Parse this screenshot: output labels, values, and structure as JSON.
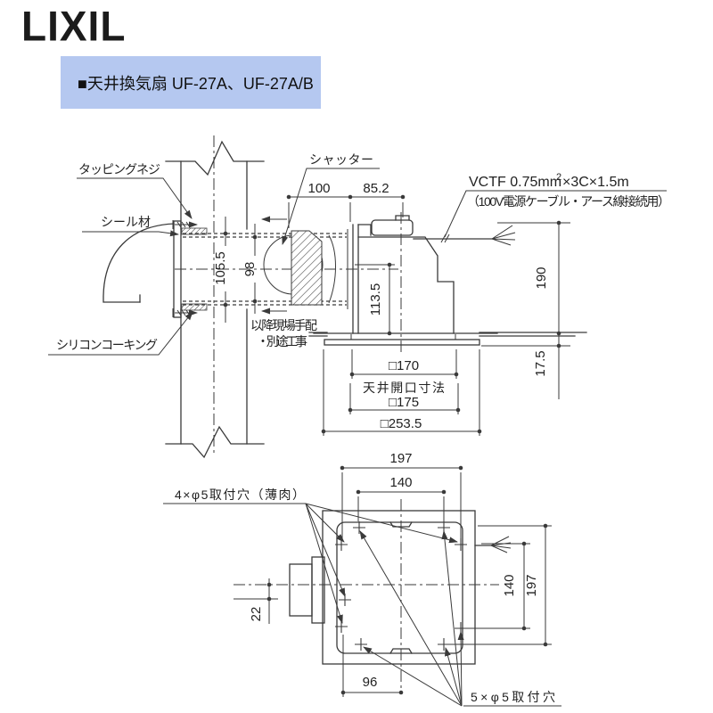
{
  "logo": "LIXIL",
  "banner": {
    "title": "■天井換気扇 UF-27A、UF-27A/B",
    "bg_color": "#b5c8f0"
  },
  "side": {
    "tapping_screw": "タッピングネジ",
    "seal": "シール材",
    "caulk": "シリコンコーキング",
    "shutter": "シャッター",
    "vctf1": "VCTF 0.75mm",
    "vctf_sup": "2",
    "vctf2": "×3C×1.5m",
    "vctf_note": "（100V電源ケーブル・アース線接続用）",
    "site1": "以降現場手配",
    "site2": "・別途工事",
    "opening": "天井開口寸法",
    "d100": "100",
    "d85": "85.2",
    "d105": "105.5",
    "d98": "98",
    "d113": "113.5",
    "d190": "190",
    "d17": "17.5",
    "sq170": "□170",
    "sq175": "□175",
    "sq253": "□253.5"
  },
  "bottom": {
    "holes4": "4×φ5取付穴（薄肉）",
    "holes5": "5×φ5取付穴",
    "d197t": "197",
    "d140t": "140",
    "d140r": "140",
    "d197r": "197",
    "d22": "22",
    "d96": "96"
  }
}
